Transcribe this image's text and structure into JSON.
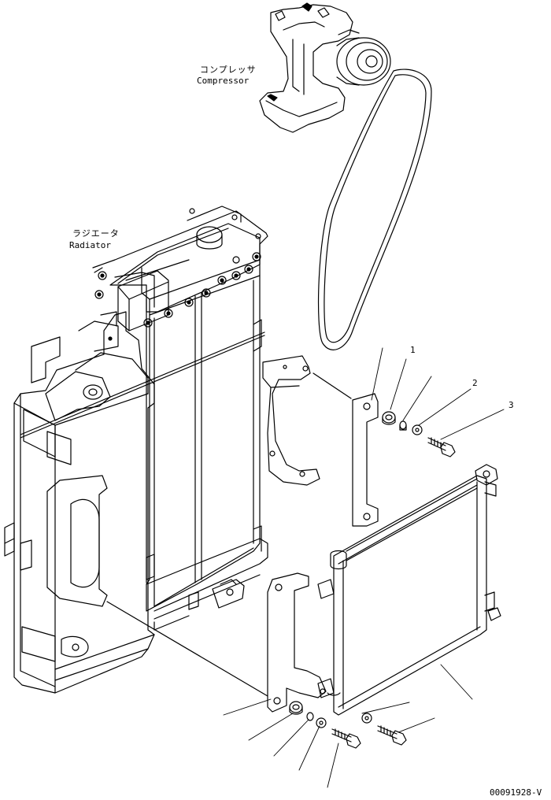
{
  "labels": {
    "compressor_ja": "コンプレッサ",
    "compressor_en": "Compressor",
    "radiator_ja": "ラジエータ",
    "radiator_en": "Radiator"
  },
  "callouts": {
    "c1": "1",
    "c2": "2",
    "c3": "3"
  },
  "drawing_code": "00091928-V"
}
